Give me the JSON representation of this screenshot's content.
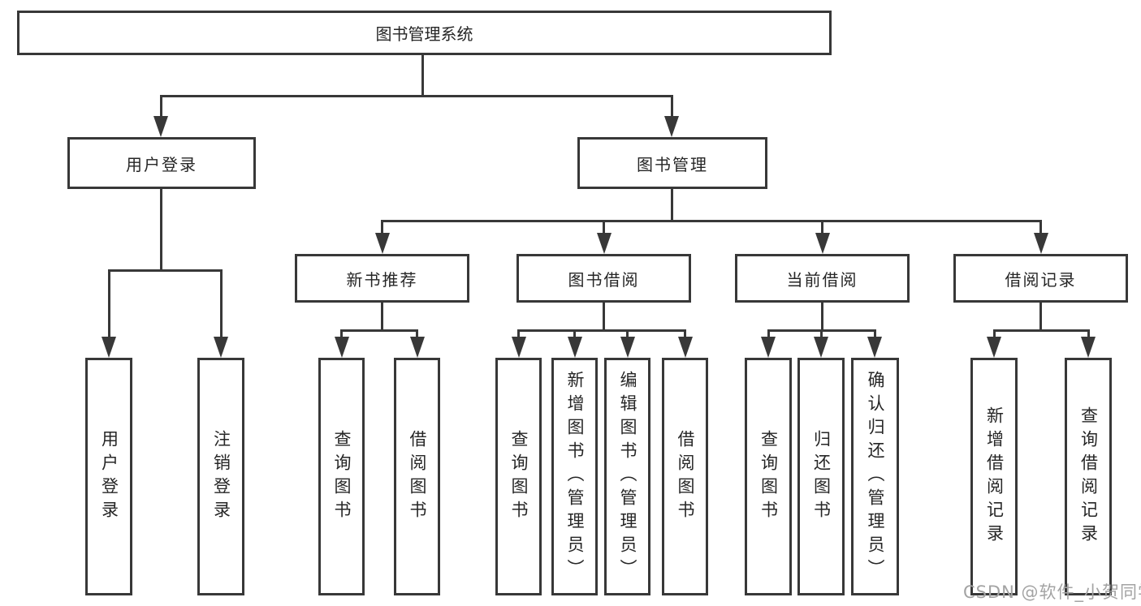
{
  "colors": {
    "line": "#383838",
    "text": "#262626",
    "background": "#ffffff",
    "watermark": "#a3a3a3"
  },
  "tree": {
    "root": {
      "label": "图书管理系统"
    },
    "branches": [
      {
        "label": "用户登录",
        "leaves": [
          {
            "label": "用户登录"
          },
          {
            "label": "注销登录"
          }
        ]
      },
      {
        "label": "图书管理",
        "groups": [
          {
            "label": "新书推荐",
            "leaves": [
              {
                "label": "查询图书"
              },
              {
                "label": "借阅图书"
              }
            ]
          },
          {
            "label": "图书借阅",
            "leaves": [
              {
                "label": "查询图书"
              },
              {
                "label": "新增图书（管理员）"
              },
              {
                "label": "编辑图书（管理员）"
              },
              {
                "label": "借阅图书"
              }
            ]
          },
          {
            "label": "当前借阅",
            "leaves": [
              {
                "label": "查询图书"
              },
              {
                "label": "归还图书"
              },
              {
                "label": "确认归还（管理员）"
              }
            ]
          },
          {
            "label": "借阅记录",
            "leaves": [
              {
                "label": "新增借阅记录"
              },
              {
                "label": "查询借阅记录"
              }
            ]
          }
        ]
      }
    ]
  },
  "watermark": {
    "text": "CSDN @软件_小贺同学"
  }
}
